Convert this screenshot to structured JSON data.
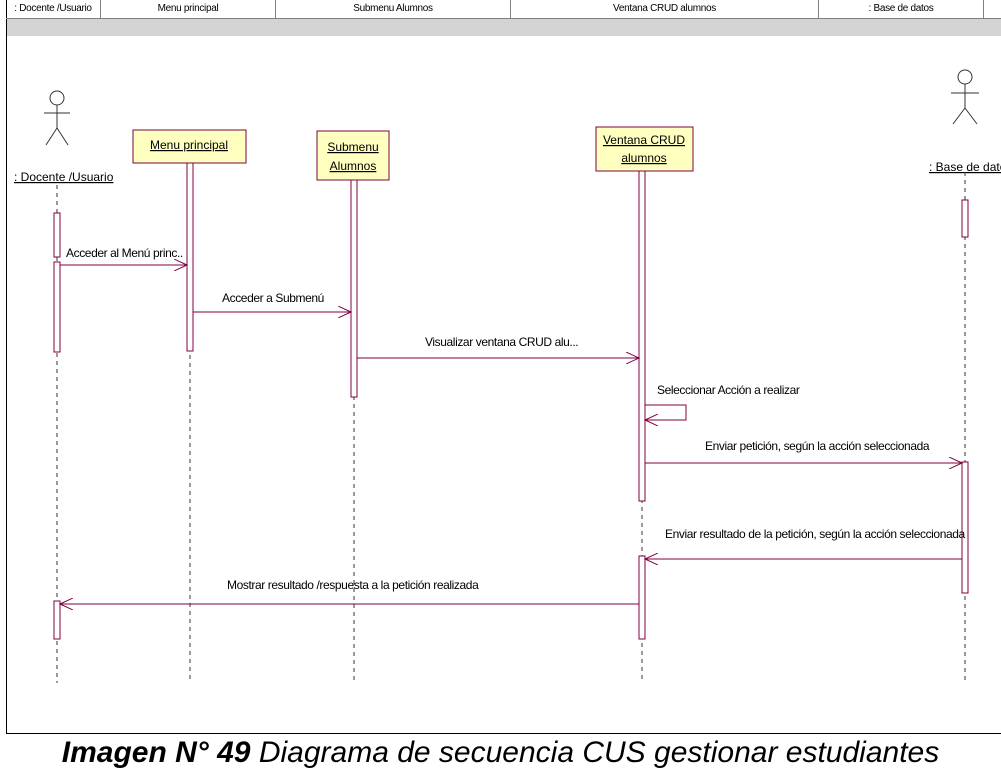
{
  "header": {
    "cells": [
      ": Docente /Usuario",
      "Menu principal",
      "Submenu Alumnos",
      "Ventana CRUD alumnos",
      ": Base de datos"
    ]
  },
  "lifelines": {
    "docente": ": Docente /Usuario",
    "menu": "Menu principal",
    "submenu_l1": "Submenu",
    "submenu_l2": "Alumnos",
    "ventana_l1": "Ventana CRUD",
    "ventana_l2": "alumnos",
    "base": ": Base de datos"
  },
  "messages": {
    "m1": "Acceder al Menú princ..",
    "m2": "Acceder a Submenú",
    "m3": "Visualizar ventana CRUD alu...",
    "m4": "Seleccionar Acción a realizar",
    "m5": "Enviar petición, según la acción seleccionada",
    "m6": "Enviar resultado de la petición, según la acción seleccionada",
    "m7": "Mostrar resultado /respuesta a la petición realizada"
  },
  "caption": {
    "bold": "Imagen N° 49",
    "text": " Diagrama de secuencia CUS gestionar estudiantes"
  },
  "colors": {
    "message_line": "#800040",
    "object_fill": "#ffffc0",
    "object_border": "#800040",
    "activation_border": "#800040"
  }
}
